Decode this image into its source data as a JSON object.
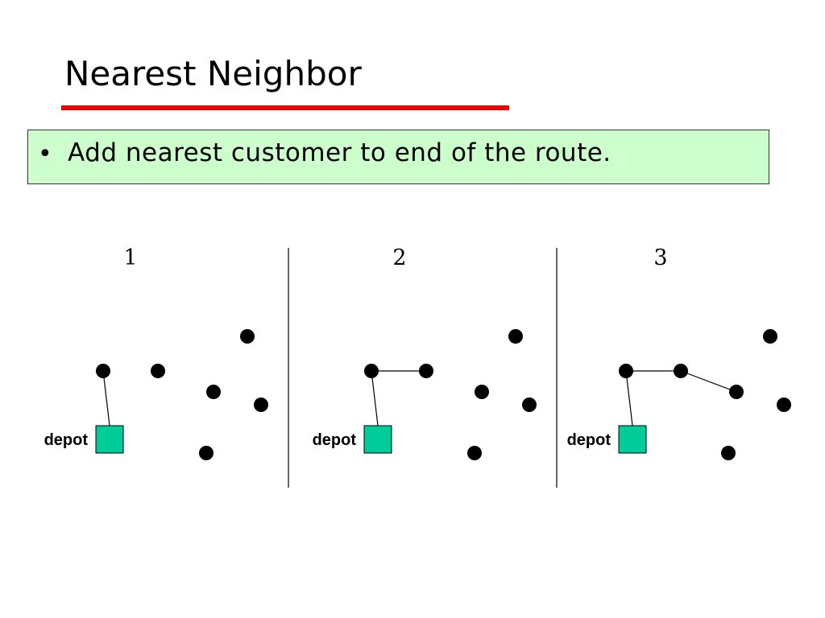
{
  "slide": {
    "title": "Nearest Neighbor",
    "bullet": "Add nearest customer to end of the route.",
    "bullet_marker": "•"
  },
  "colors": {
    "underline": "#ee0000",
    "bullet_box_bg": "#ccffcc",
    "depot_fill": "#00cc99",
    "customer_fill": "#000000"
  },
  "panels": [
    {
      "step_label": "1",
      "depot_label": "depot",
      "route": [
        [
          "depot",
          "c1"
        ]
      ]
    },
    {
      "step_label": "2",
      "depot_label": "depot",
      "route": [
        [
          "depot",
          "c1"
        ],
        [
          "c1",
          "c2"
        ]
      ]
    },
    {
      "step_label": "3",
      "depot_label": "depot",
      "route": [
        [
          "depot",
          "c1"
        ],
        [
          "c1",
          "c2"
        ],
        [
          "c2",
          "c3"
        ]
      ]
    }
  ],
  "nodes": [
    "c1",
    "c2",
    "c3",
    "c4",
    "c5",
    "c6"
  ]
}
